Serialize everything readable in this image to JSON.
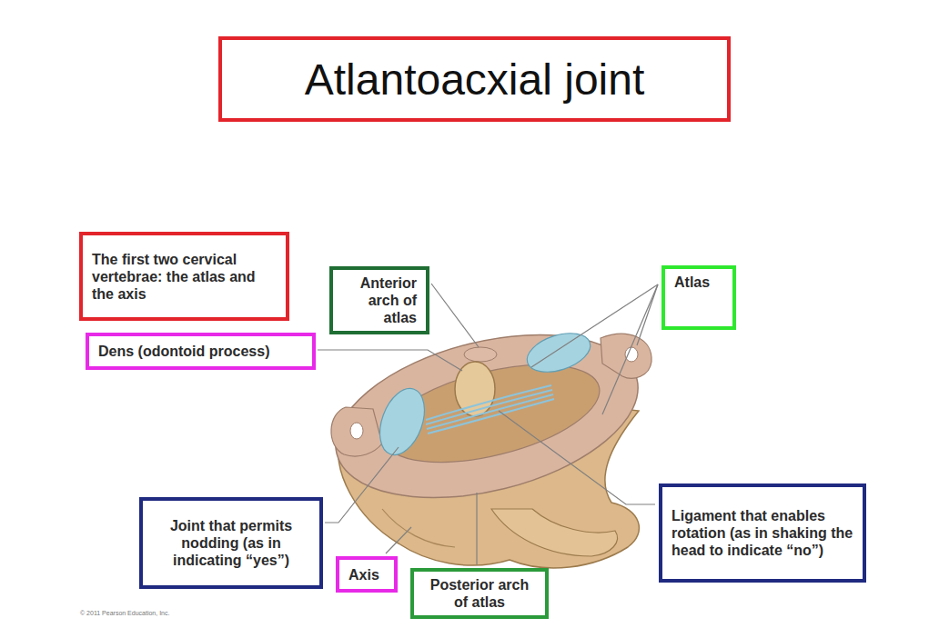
{
  "diagram": {
    "title": "Atlantoacxial joint",
    "nodes": [
      {
        "text": [
          "The first two cervical vertebrae: the atlas and the axis"
        ]
      },
      {
        "text": [
          "Anterior arch of atlas"
        ]
      },
      {
        "text": [
          "Atlas"
        ]
      },
      {
        "text": [
          "Dens (odontoid process)"
        ]
      },
      {
        "text": [
          "Ligament that enables rotation (as in shaking the head to indicate “no”)"
        ]
      },
      {
        "text": [
          "Joint that permits nodding (as in indicating “yes”)"
        ]
      },
      {
        "text": [
          "Axis"
        ]
      },
      {
        "text": [
          "Posterior arch of atlas"
        ]
      }
    ],
    "labels": [
      "© 2011 Pearson Education, Inc."
    ]
  }
}
